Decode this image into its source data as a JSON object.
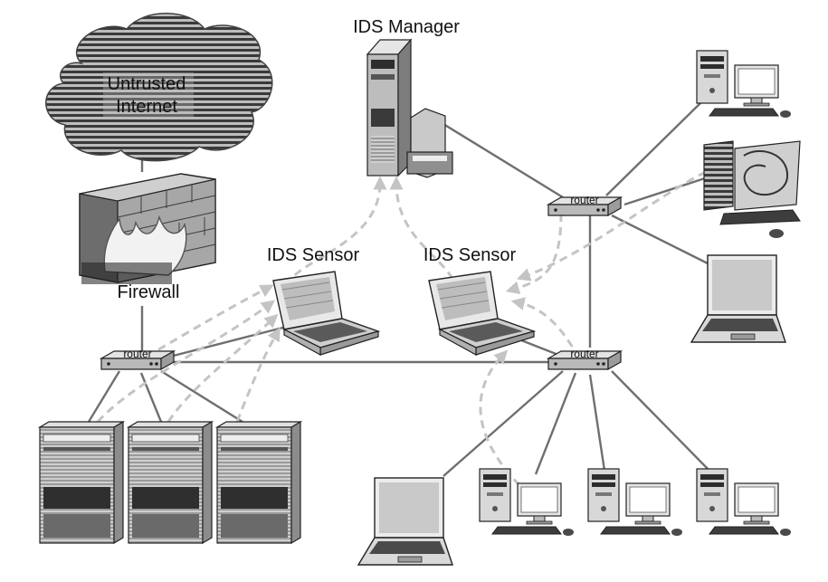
{
  "labels": {
    "cloud_line1": "Untrusted",
    "cloud_line2": "Internet",
    "firewall": "Firewall",
    "ids_manager": "IDS Manager",
    "ids_sensor_left": "IDS Sensor",
    "ids_sensor_right": "IDS Sensor",
    "router_left": "router",
    "router_right_bottom": "router",
    "router_right_top": "router"
  }
}
